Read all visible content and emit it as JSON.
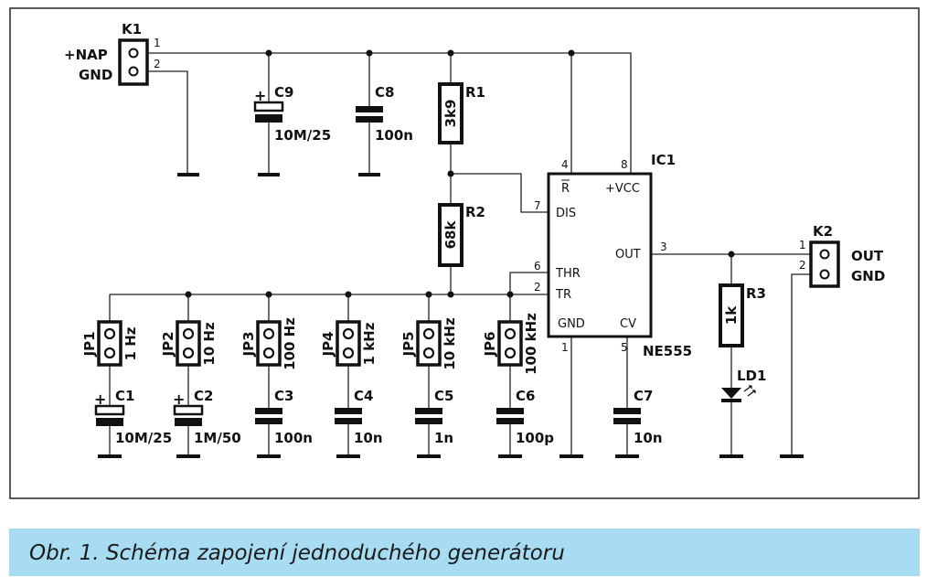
{
  "connectors": {
    "k1": {
      "ref": "K1",
      "pin1": "1",
      "pin2": "2",
      "sig1": "+NAP",
      "sig2": "GND"
    },
    "k2": {
      "ref": "K2",
      "pin1": "1",
      "pin2": "2",
      "sig1": "OUT",
      "sig2": "GND"
    }
  },
  "ic": {
    "ref": "IC1",
    "type": "NE555",
    "pins": {
      "p4": "4",
      "p8": "8",
      "p7": "7",
      "p6": "6",
      "p2": "2",
      "p3": "3",
      "p1": "1",
      "p5": "5"
    },
    "labels": {
      "r": "R",
      "vcc": "+VCC",
      "dis": "DIS",
      "thr": "THR",
      "tr": "TR",
      "out": "OUT",
      "gnd": "GND",
      "cv": "CV"
    }
  },
  "resistors": {
    "r1": {
      "ref": "R1",
      "value": "3k9"
    },
    "r2": {
      "ref": "R2",
      "value": "68k"
    },
    "r3": {
      "ref": "R3",
      "value": "1k"
    }
  },
  "led": {
    "ref": "LD1"
  },
  "top_caps": {
    "c9": {
      "ref": "C9",
      "value": "10M/25"
    },
    "c8": {
      "ref": "C8",
      "value": "100n"
    },
    "c7": {
      "ref": "C7",
      "value": "10n"
    }
  },
  "timing": [
    {
      "jp": "JP1",
      "freq": "1 Hz",
      "cap": "C1",
      "value": "10M/25",
      "polarized": true
    },
    {
      "jp": "JP2",
      "freq": "10 Hz",
      "cap": "C2",
      "value": "1M/50",
      "polarized": true
    },
    {
      "jp": "JP3",
      "freq": "100 Hz",
      "cap": "C3",
      "value": "100n",
      "polarized": false
    },
    {
      "jp": "JP4",
      "freq": "1 kHz",
      "cap": "C4",
      "value": "10n",
      "polarized": false
    },
    {
      "jp": "JP5",
      "freq": "10 kHz",
      "cap": "C5",
      "value": "1n",
      "polarized": false
    },
    {
      "jp": "JP6",
      "freq": "100 kHz",
      "cap": "C6",
      "value": "100p",
      "polarized": false
    }
  ],
  "caption": "Obr. 1. Schéma zapojení jednoduchého generátoru"
}
